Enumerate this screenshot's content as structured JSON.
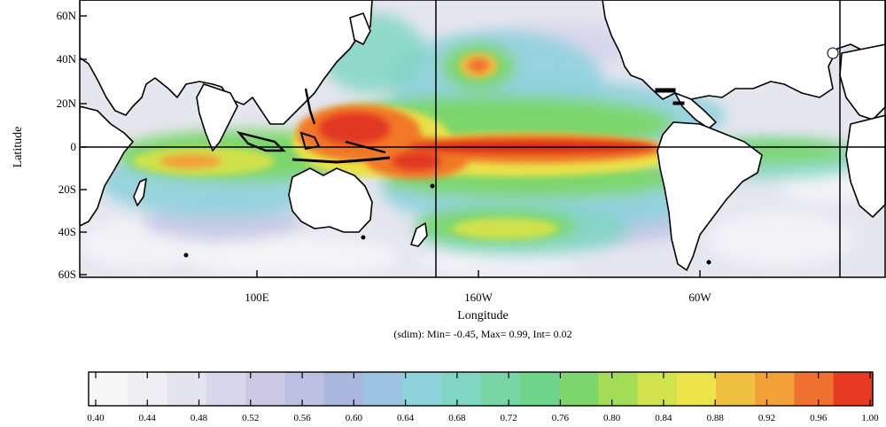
{
  "map": {
    "y_axis_label": "Latitude",
    "x_axis_label": "Longitude",
    "stats_line": "(sdim): Min= -0.45, Max= 0.99, Int= 0.02",
    "lat_ticks": [
      "60N",
      "40N",
      "20N",
      "0",
      "20S",
      "40S",
      "60S"
    ],
    "lon_ticks": [
      "100E",
      "160W",
      "60W"
    ]
  },
  "colorbar": {
    "tick_labels": [
      "0.40",
      "0.44",
      "0.48",
      "0.52",
      "0.56",
      "0.60",
      "0.64",
      "0.68",
      "0.72",
      "0.76",
      "0.80",
      "0.84",
      "0.88",
      "0.92",
      "0.96",
      "1.00"
    ],
    "colors": [
      "#f7f7f7",
      "#eeeef3",
      "#e4e4ef",
      "#d8d8ec",
      "#ccc8e6",
      "#bcc0e2",
      "#a9b6de",
      "#9cc4e2",
      "#8ed2dc",
      "#80d6c2",
      "#78d6a6",
      "#6ed48a",
      "#7cd66c",
      "#a4dc58",
      "#d0e24c",
      "#ece24a",
      "#f0c040",
      "#f2a038",
      "#f07030",
      "#e83a22"
    ]
  },
  "colors": {
    "land": "#ffffff",
    "coast": "#000000",
    "peak": "#e23820",
    "warm": "#f07828",
    "mid": "#ece24a",
    "green": "#7cd66c",
    "cyan": "#8ed2dc",
    "lowblue": "#b4c0e2",
    "lowgray": "#e6e6f0"
  }
}
